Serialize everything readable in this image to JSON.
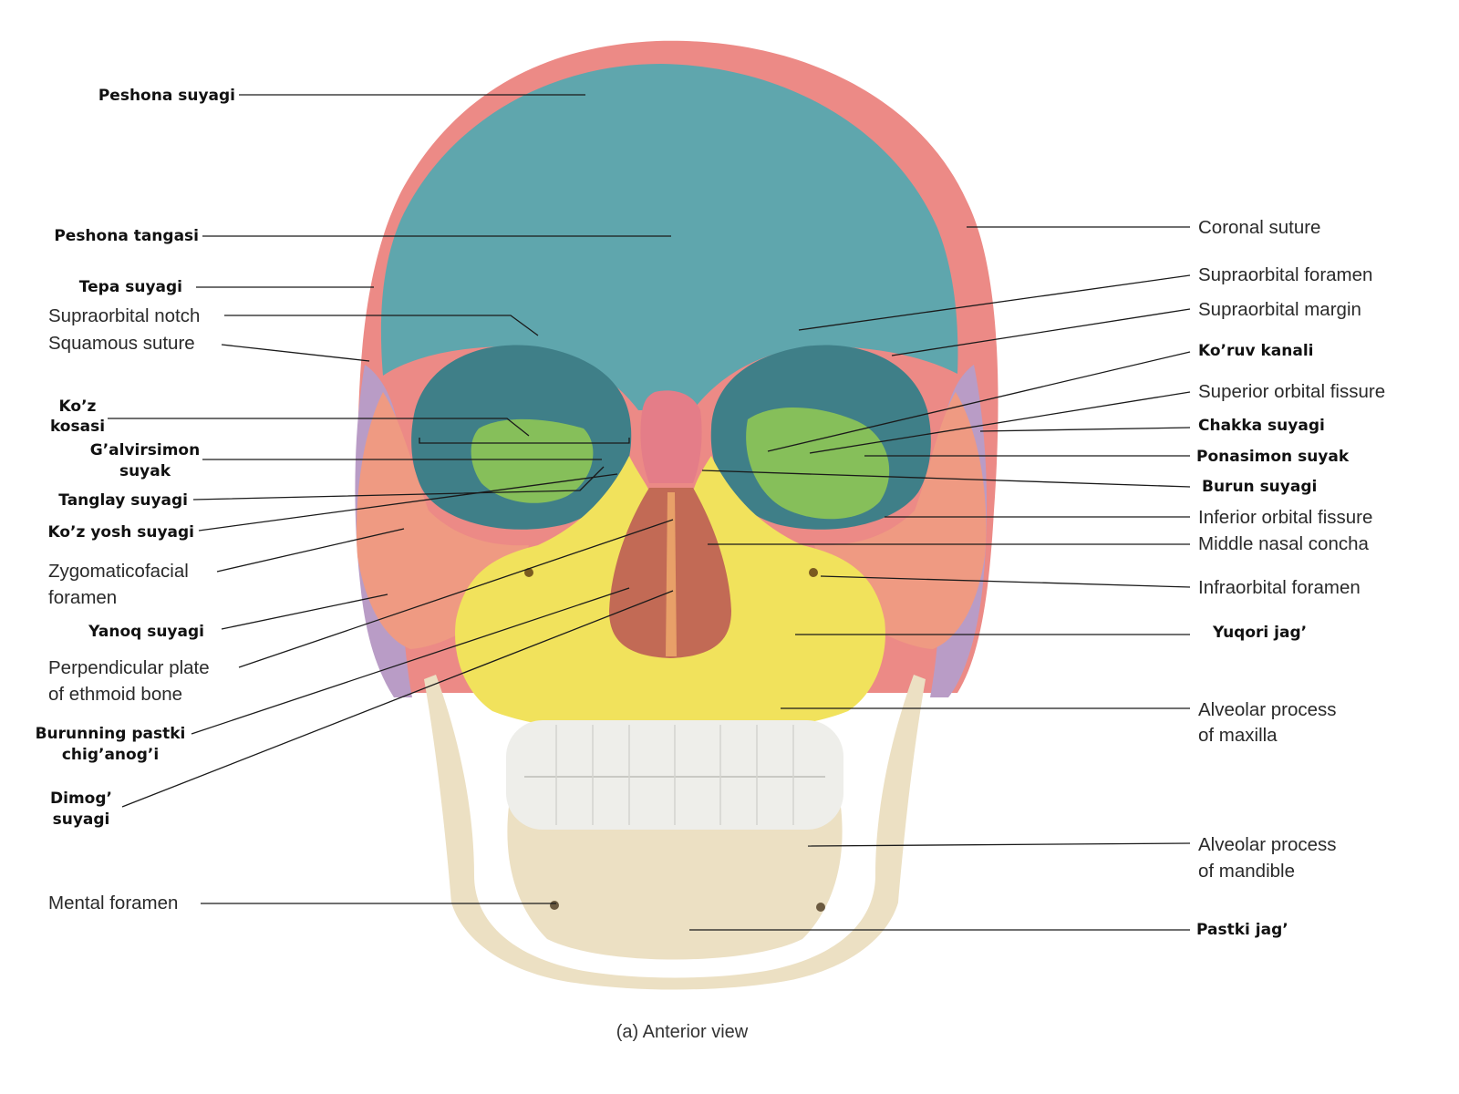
{
  "caption": "(a) Anterior view",
  "colors": {
    "frontal": "#5fa6ad",
    "parietal": "#ec8a86",
    "temporal": "#b99cc6",
    "zygomatic": "#ef9a82",
    "sphenoid": "#86bf5a",
    "nasal": "#e47d88",
    "maxilla": "#f1e25c",
    "mandible": "#ece0c3",
    "teeth": "#eeeeea",
    "orbit_shadow": "#3f7f88",
    "nasal_cavity": "#c26a55"
  },
  "labels": {
    "left": {
      "peshona_suyagi": "Peshona suyagi",
      "peshona_tangasi": "Peshona tangasi",
      "tepa_suyagi": "Tepa suyagi",
      "supraorbital_notch": "Supraorbital notch",
      "squamous_suture": "Squamous suture",
      "koz_kosasi_1": "Ko’z",
      "koz_kosasi_2": "kosasi",
      "galvirsimon_1": "G’alvirsimon",
      "galvirsimon_2": "suyak",
      "tanglay_suyagi": "Tanglay suyagi",
      "koz_yosh_suyagi": "Ko’z yosh suyagi",
      "zygomaticofacial_1": "Zygomaticofacial",
      "zygomaticofacial_2": "foramen",
      "yanoq_suyagi": "Yanoq suyagi",
      "perpendicular_1": "Perpendicular plate",
      "perpendicular_2": "of ethmoid bone",
      "burunning_1": "Burunning pastki",
      "burunning_2": "chig’anog’i",
      "dimog_1": "Dimog’",
      "dimog_2": "suyagi",
      "mental_foramen": "Mental foramen"
    },
    "right": {
      "coronal_suture": "Coronal suture",
      "supraorbital_foramen": "Supraorbital foramen",
      "supraorbital_margin": "Supraorbital margin",
      "koruv_kanali": "Ko’ruv kanali",
      "superior_orbital_fissure": "Superior orbital fissure",
      "chakka_suyagi": "Chakka suyagi",
      "ponasimon_suyak": "Ponasimon suyak",
      "burun_suyagi": "Burun suyagi",
      "inferior_orbital_fissure": "Inferior orbital fissure",
      "middle_nasal_concha": "Middle nasal concha",
      "infraorbital_foramen": "Infraorbital foramen",
      "yuqori_jag": "Yuqori jag’",
      "alveolar_maxilla_1": "Alveolar process",
      "alveolar_maxilla_2": "of maxilla",
      "alveolar_mandible_1": "Alveolar process",
      "alveolar_mandible_2": "of mandible",
      "pastki_jag": "Pastki jag’"
    }
  }
}
